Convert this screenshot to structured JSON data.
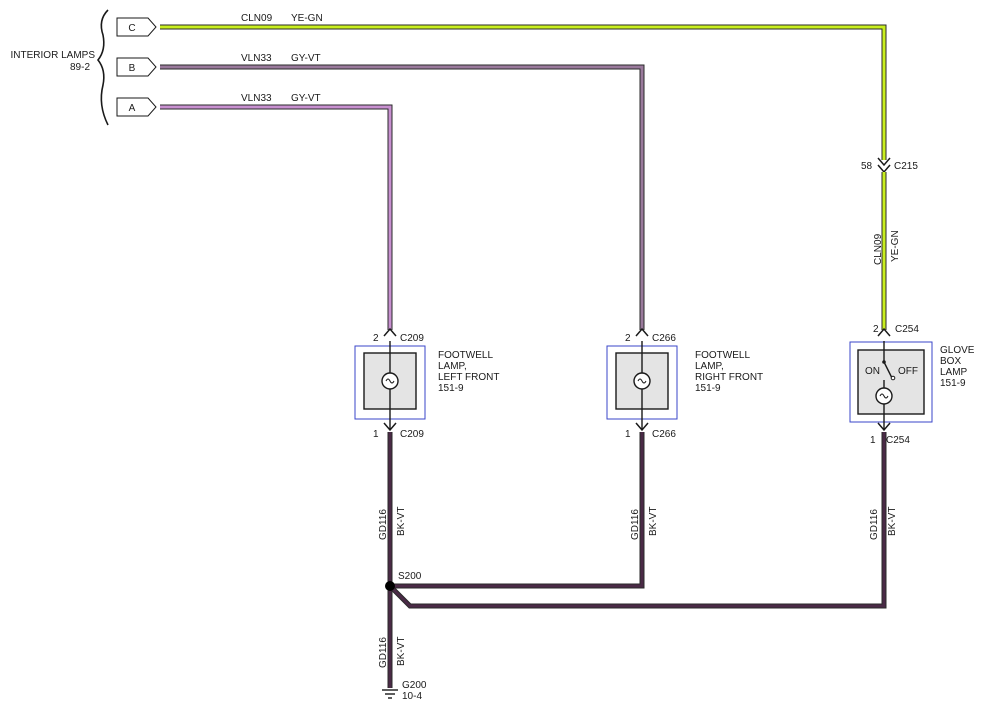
{
  "interior_lamps": {
    "label": "INTERIOR LAMPS",
    "ref": "89-2",
    "pins": [
      "C",
      "B",
      "A"
    ]
  },
  "wires": {
    "c": {
      "circuit": "CLN09",
      "color": "YE-GN"
    },
    "b": {
      "circuit": "VLN33",
      "color": "GY-VT"
    },
    "a": {
      "circuit": "VLN33",
      "color": "GY-VT"
    },
    "ground_left": {
      "circuit": "GD116",
      "color": "BK-VT"
    },
    "ground_mid": {
      "circuit": "GD116",
      "color": "BK-VT"
    },
    "ground_right": {
      "circuit": "GD116",
      "color": "BK-VT"
    },
    "ground_main": {
      "circuit": "GD116",
      "color": "BK-VT"
    },
    "glove_feed": {
      "circuit": "CLN09",
      "color": "YE-GN"
    }
  },
  "connectors": {
    "c209_top": {
      "pin": "2",
      "name": "C209"
    },
    "c209_bottom": {
      "pin": "1",
      "name": "C209"
    },
    "c266_top": {
      "pin": "2",
      "name": "C266"
    },
    "c266_bottom": {
      "pin": "1",
      "name": "C266"
    },
    "c215": {
      "pin": "58",
      "name": "C215"
    },
    "c254_top": {
      "pin": "2",
      "name": "C254"
    },
    "c254_bottom": {
      "pin": "1",
      "name": "C254"
    }
  },
  "components": {
    "footwell_left": {
      "lines": [
        "FOOTWELL",
        "LAMP,",
        "LEFT FRONT",
        "151-9"
      ]
    },
    "footwell_right": {
      "lines": [
        "FOOTWELL",
        "LAMP,",
        "RIGHT FRONT",
        "151-9"
      ]
    },
    "glove_box": {
      "lines": [
        "GLOVE",
        "BOX",
        "LAMP",
        "151-9"
      ],
      "switch_on": "ON",
      "switch_off": "OFF"
    }
  },
  "splice": {
    "name": "S200"
  },
  "ground": {
    "name": "G200",
    "ref": "10-4"
  },
  "colors": {
    "ye_gn": "#c8ee1e",
    "gy_vt": "#9a7a9c",
    "gy_vt_light": "#c890d0",
    "bk_vt": "#4a2a46",
    "outline": "#2a2a2a",
    "component_border": "#3a46c8",
    "component_fill": "#e4e4e4"
  }
}
